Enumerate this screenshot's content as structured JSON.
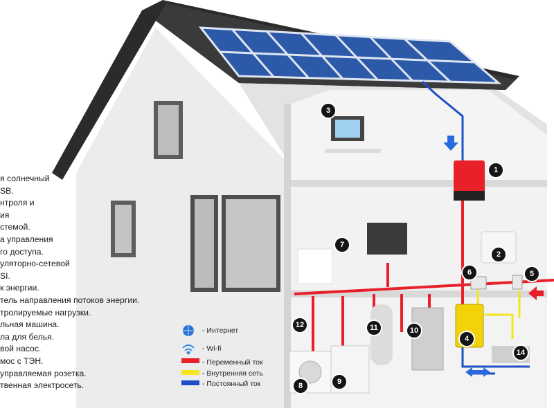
{
  "labels": {
    "l1": "я солнечный",
    "l2": "SB.",
    "l3": "нтроля и",
    "l4": "ия",
    "l5": "стемой.",
    "l6": "а управления",
    "l7": "го доступа.",
    "l8": "уляторно-сетевой",
    "l9": "SI.",
    "l10": "к энергии.",
    "l11": "тель направления потоков энергии.",
    "l12": "тролируемые нагрузки.",
    "l13": "льная машина.",
    "l14": "ла для белья.",
    "l15": "вой насос.",
    "l16": "мос с ТЭН.",
    "l17": "управляемая розетка.",
    "l18": "твенная электросеть."
  },
  "legend": {
    "internet": "- Интернет",
    "wifi": "- Wi-fi",
    "ac": "- Переменный ток",
    "internal": "- Внутренняя сеть",
    "dc": "- Постоянный ток"
  },
  "badges": {
    "b1": "1",
    "b2": "2",
    "b3": "3",
    "b4": "4",
    "b5": "5",
    "b6": "6",
    "b7": "7",
    "b8": "8",
    "b9": "9",
    "b10": "10",
    "b11": "11",
    "b12": "12",
    "b14": "14"
  },
  "colors": {
    "ac_line": "#e8202a",
    "internal_line": "#f4e51c",
    "dc_line": "#1f4fc8",
    "wall": "#e9e9e9",
    "roof": "#2a2a2a",
    "panel": "#2d5aa8"
  }
}
